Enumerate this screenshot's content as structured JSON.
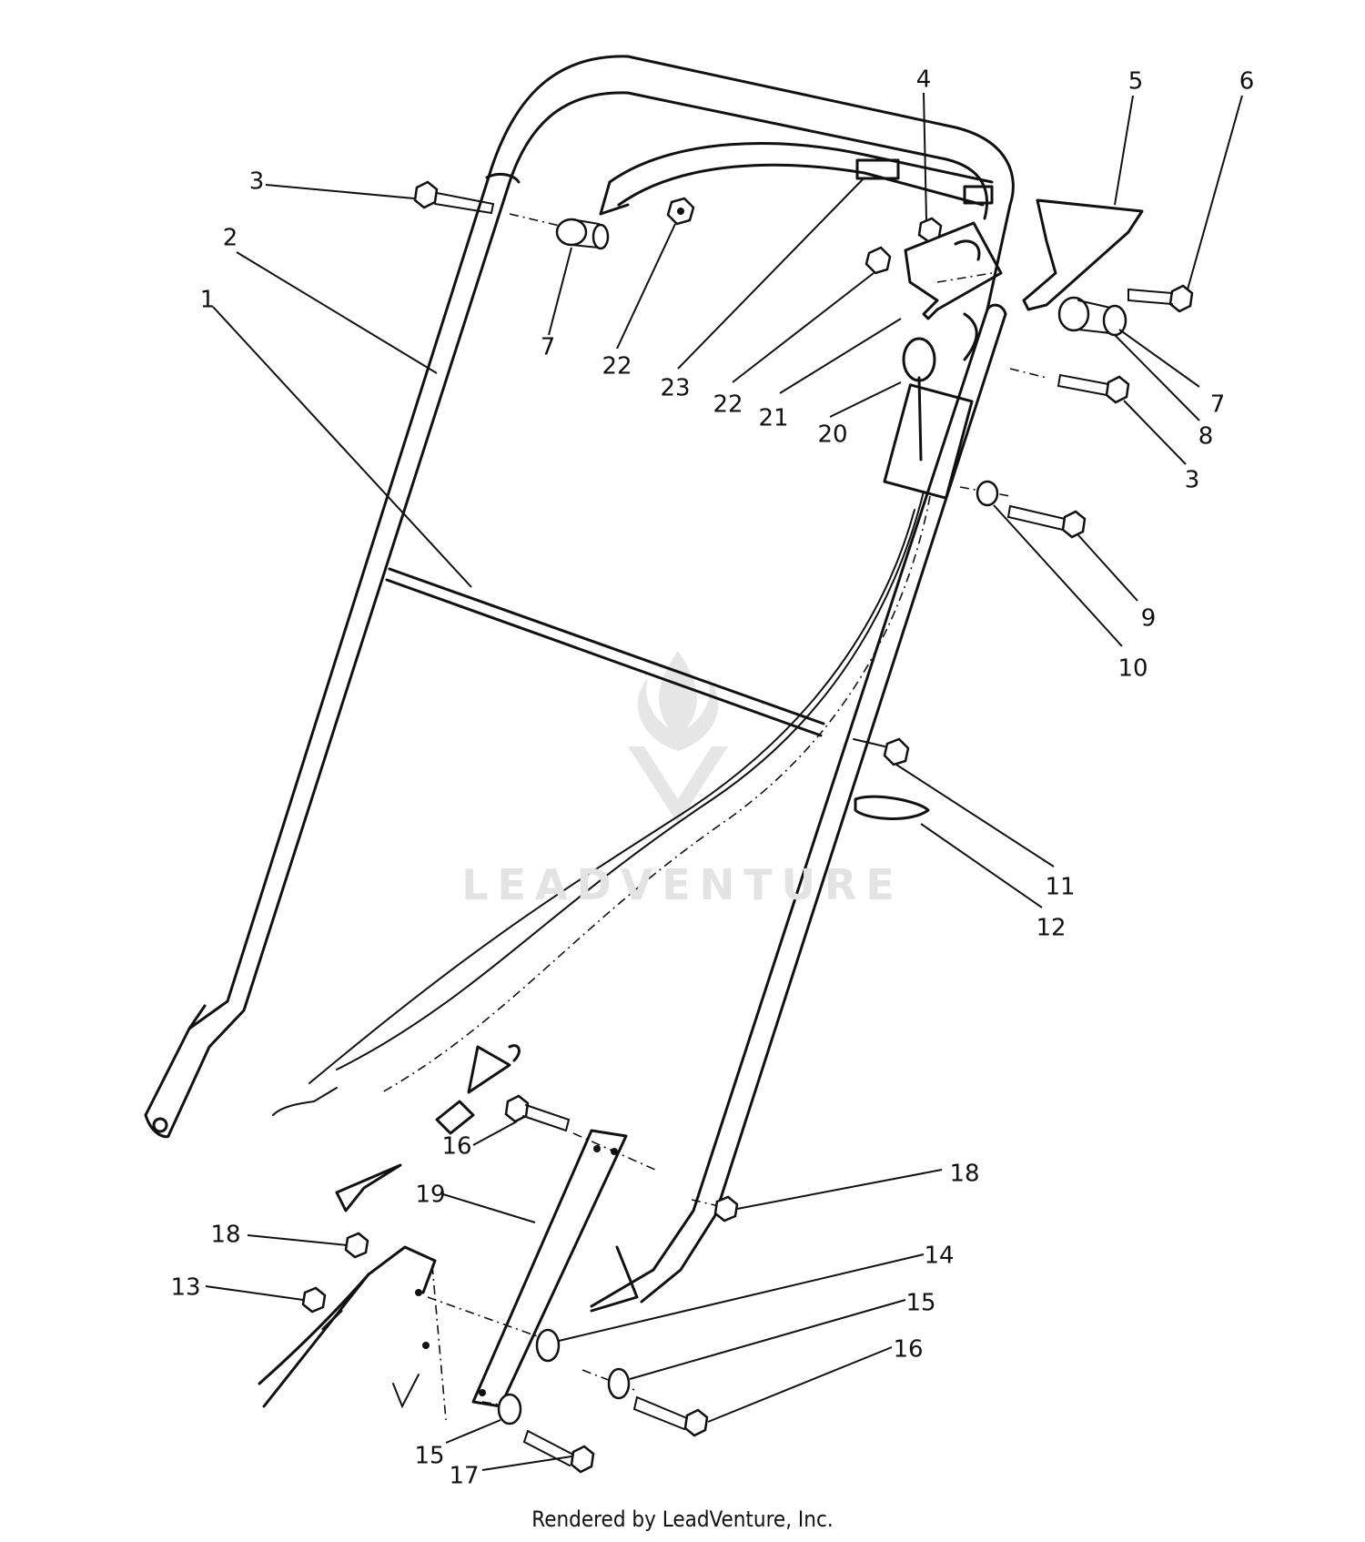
{
  "watermark": "LEADVENTURE",
  "footer": "Rendered by LeadVenture, Inc.",
  "callouts": [
    "4",
    "5",
    "6",
    "3",
    "2",
    "1",
    "7",
    "22",
    "23",
    "22",
    "21",
    "20",
    "7",
    "8",
    "3",
    "9",
    "10",
    "11",
    "12",
    "16",
    "18",
    "19",
    "18",
    "13",
    "14",
    "15",
    "16",
    "15",
    "17"
  ]
}
